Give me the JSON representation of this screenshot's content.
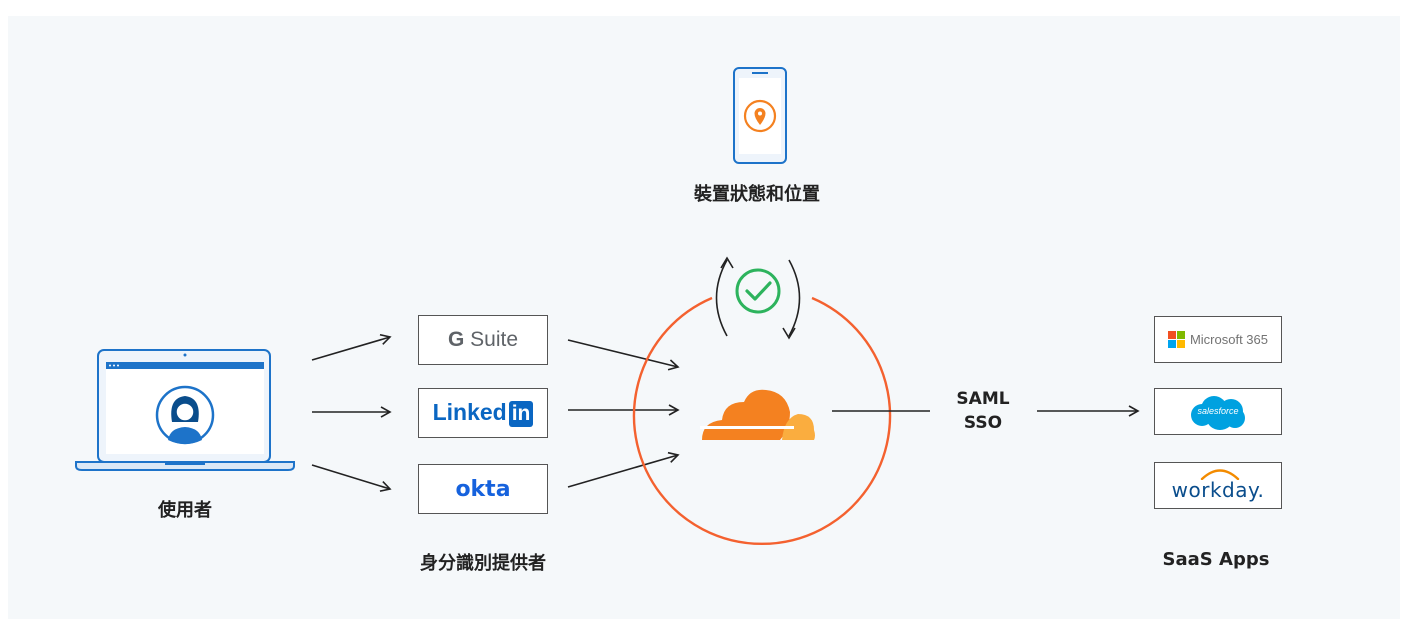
{
  "labels": {
    "user": "使用者",
    "device": "裝置狀態和位置",
    "idp": "身分識別提供者",
    "protocol_line1": "SAML",
    "protocol_line2": "SSO",
    "saas": "SaaS Apps"
  },
  "identity_providers": {
    "gsuite_g": "G",
    "gsuite_text": "Suite",
    "linkedin_text": "Linked",
    "linkedin_in": "in",
    "okta": "okta"
  },
  "saas_apps": {
    "microsoft": "Microsoft 365",
    "salesforce": "salesforce",
    "workday": "workday."
  },
  "colors": {
    "orange": "#f48120",
    "orange_light": "#faad3f",
    "green": "#2db35d",
    "blue": "#1d73c9",
    "line": "#222222",
    "background": "#f5f8fa"
  },
  "icons": [
    "laptop-icon",
    "user-avatar-icon",
    "phone-icon",
    "location-pin-icon",
    "check-circle-icon",
    "cloudflare-cloud-icon"
  ]
}
